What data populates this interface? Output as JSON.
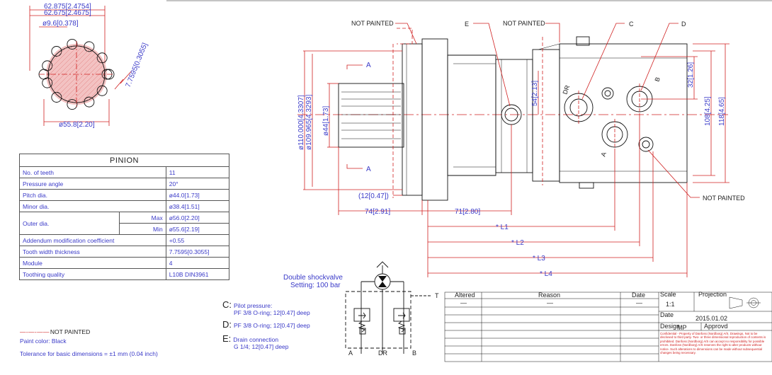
{
  "pinion": {
    "header": "PINION",
    "rows": [
      {
        "label": "No. of teeth",
        "value": "11"
      },
      {
        "label": "Pressure angle",
        "value": "20°"
      },
      {
        "label": "Pitch dia.",
        "value": "ø44.0[1.73]"
      },
      {
        "label": "Minor dia.",
        "value": "ø38.4[1.51]"
      },
      {
        "label": "Outer dia.",
        "sub": "Max",
        "value": "ø56.0[2.20]"
      },
      {
        "label": "",
        "sub": "Min",
        "value": "ø55.6[2.19]"
      },
      {
        "label": "Addendum modification coefficient",
        "value": "+0.55"
      },
      {
        "label": "Tooth width thickness",
        "value": "7.7595[0.3055]"
      },
      {
        "label": "Module",
        "value": "4"
      },
      {
        "label": "Toothing quality",
        "value": "L10B DIN3961"
      }
    ]
  },
  "gear_view": {
    "dim_outer_1": "62.875[2.4754]",
    "dim_outer_2": "62.675[2.4675]",
    "dim_pin": "ø9.6[0.378]",
    "dim_tooth": "7.7595[0.3055]",
    "dim_dia": "ø55.8[2.20]"
  },
  "motor_view": {
    "label_not_painted_1": "NOT PAINTED",
    "label_not_painted_2": "NOT PAINTED",
    "label_not_painted_3": "NOT PAINTED",
    "label_E": "E",
    "label_C": "C",
    "label_D": "D",
    "label_A_top": "A",
    "label_A_bottom": "A",
    "label_DR": "DR",
    "label_port_A": "A",
    "label_port_B": "B",
    "dim_110": "ø110.000[4.3307]",
    "dim_109": "ø109.965[4.3293]",
    "dim_44": "ø44[1.73]",
    "dim_12": "(12[0.47])",
    "dim_74": "74[2.91]",
    "dim_71": "71[2.80]",
    "dim_54": "54[2.13]",
    "dim_32": "32[1.26]",
    "dim_108": "108[4.25]",
    "dim_118": "118[4.65]",
    "dim_L1": "* L1",
    "dim_L2": "* L2",
    "dim_L3": "* L3",
    "dim_L4": "* L4"
  },
  "hydraulic": {
    "shockvalve_1": "Double shockvalve",
    "shockvalve_2": "Setting: 100 bar",
    "port_T": "T",
    "port_A": "A",
    "port_DR": "DR",
    "port_B": "B"
  },
  "connections": [
    {
      "key": "C:",
      "line1": "Pilot pressure:",
      "line2": "PF 3/8 O-ring; 12[0.47] deep"
    },
    {
      "key": "D:",
      "line1": "PF 3/8 O-ring; 12[0.47] deep",
      "line2": ""
    },
    {
      "key": "E:",
      "line1": "Drain connection",
      "line2": "G 1/4; 12[0.47] deep"
    }
  ],
  "notes": {
    "legend_not_painted": "NOT PAINTED",
    "paint_color": "Paint color: Black",
    "tolerance": "Tolerance for basic dimensions = ±1 mm (0.04 inch)"
  },
  "title_block": {
    "col_altered": "Altered",
    "col_reason": "Reason",
    "col_date": "Date",
    "dash_1": "—",
    "dash_2": "—",
    "dash_3": "—",
    "scale_label": "Scale",
    "scale_value": "1:1",
    "projection_label": "Projection",
    "date_label": "Date",
    "date_value": "2015.01.02",
    "design_label": "Design",
    "design_value": "MP",
    "approved_label": "Approvd",
    "confidential": "Confidential - Property of Danfoss (Nordborg) A/S. Drawings, Not to be disclosed to third party. Two- or three dimensional reproduction of contents is prohibited. Danfoss (Nordborg) A/S can accept no responsibility for possible errors. Danfoss (Nordborg) A/S reserves the right to alter products without notice. Such alterations to dimensions can be made without subsequential changes being necessary."
  }
}
